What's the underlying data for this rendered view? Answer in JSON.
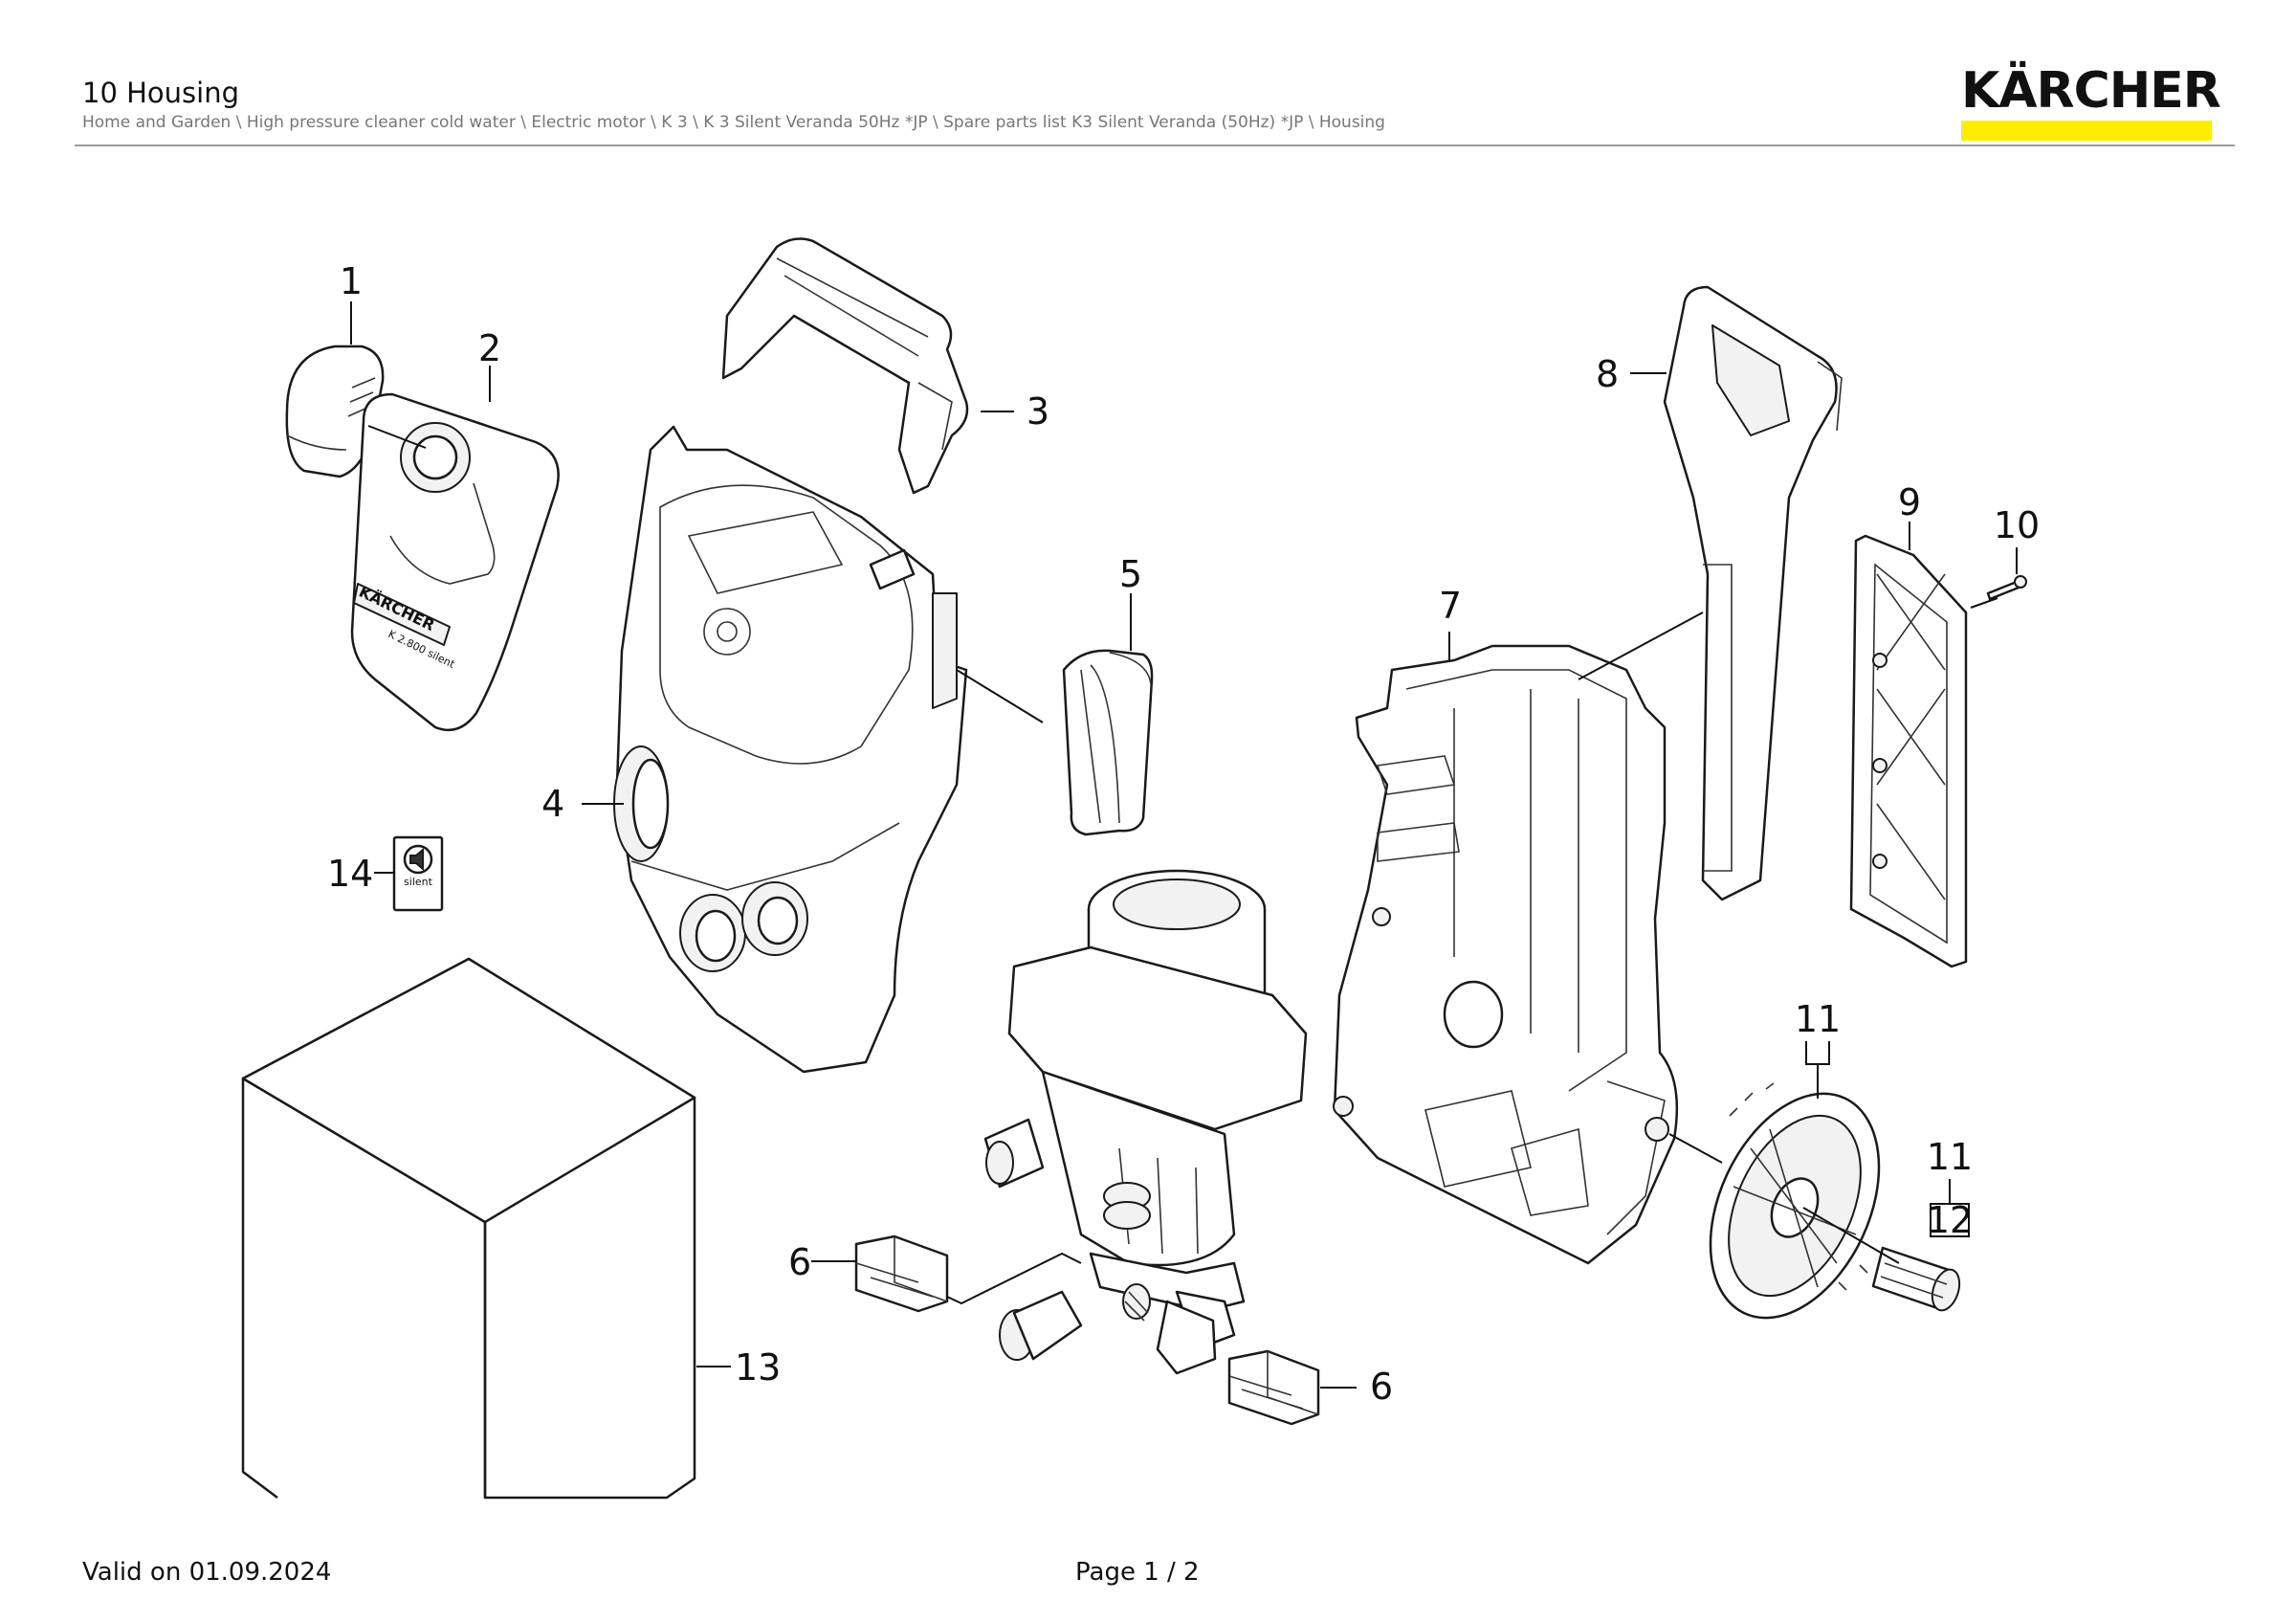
{
  "header": {
    "title": "10 Housing",
    "breadcrumb": "Home and Garden \\ High pressure cleaner cold water \\ Electric motor \\ K 3 \\ K 3 Silent Veranda 50Hz *JP \\ Spare parts list K3 Silent Veranda (50Hz) *JP \\ Housing",
    "brand_color": "#FFED00"
  },
  "logo": {
    "wordmark": "KÄRCHER"
  },
  "drawing": {
    "callouts": [
      "1",
      "2",
      "3",
      "4",
      "5",
      "6",
      "6",
      "7",
      "8",
      "9",
      "10",
      "11",
      "11",
      "12",
      "13",
      "14"
    ],
    "labels": {
      "badge_word": "silent",
      "cover_logo": "KÄRCHER",
      "cover_model": "K 2.800 silent"
    }
  },
  "footer": {
    "valid": "Valid on 01.09.2024",
    "page": "Page 1 / 2"
  }
}
